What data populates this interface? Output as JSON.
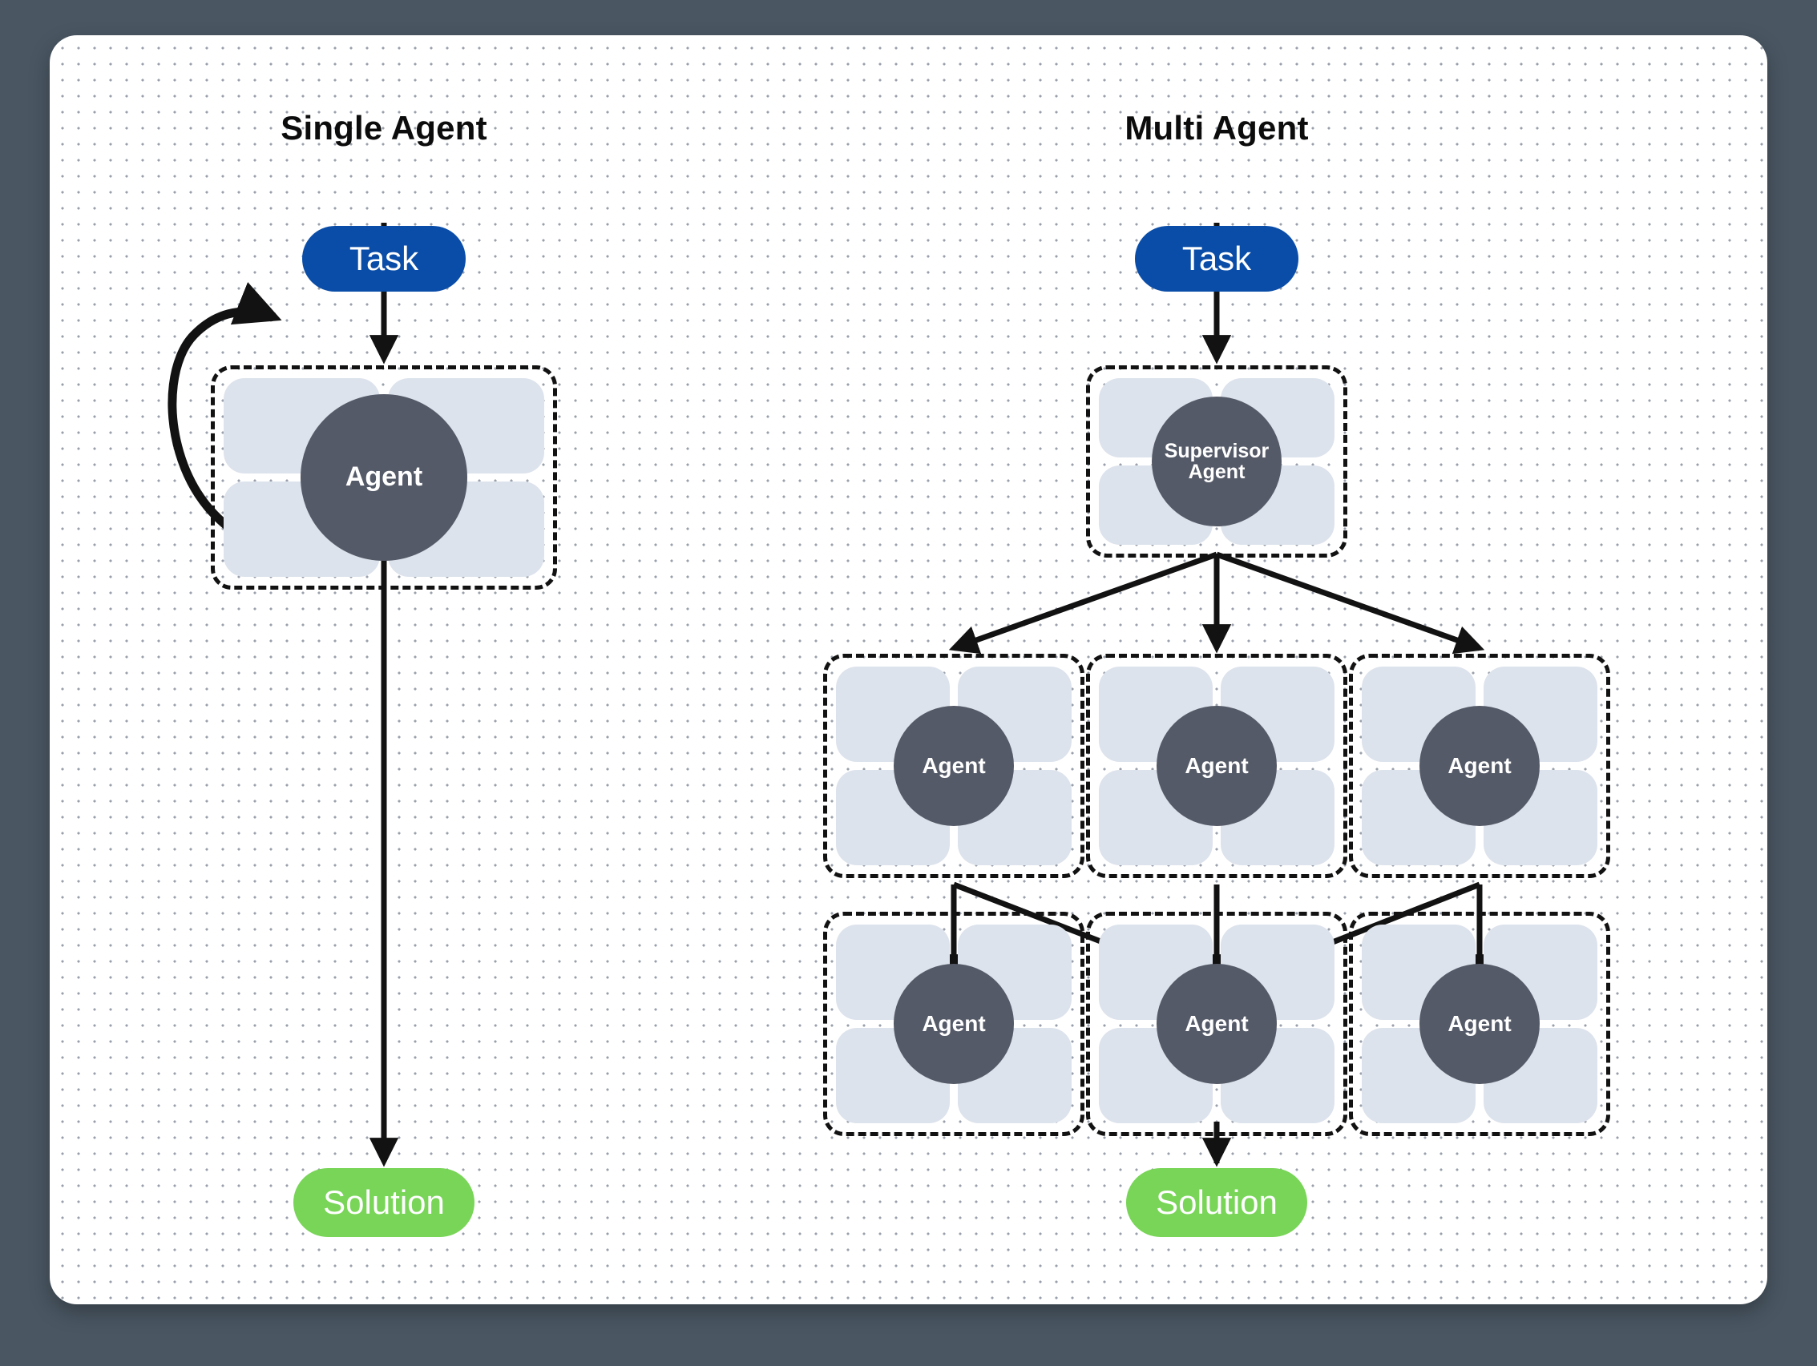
{
  "canvas": {
    "background": "#ffffff",
    "outer_background": "#4a5763",
    "dot_color": "#9aa0ab"
  },
  "colors": {
    "task": "#0a4da8",
    "solution": "#78d557",
    "agent_core": "#555a68",
    "agent_petal": "#dde3ec",
    "stroke": "#121212",
    "title": "#0c0c0c"
  },
  "columns": [
    {
      "id": "single",
      "title": "Single Agent"
    },
    {
      "id": "multi",
      "title": "Multi Agent"
    }
  ],
  "single_agent": {
    "task_label": "Task",
    "agent_label": "Agent",
    "solution_label": "Solution",
    "has_self_loop": true
  },
  "multi_agent": {
    "task_label": "Task",
    "supervisor_label_line1": "Supervisor",
    "supervisor_label_line2": "Agent",
    "row1": [
      {
        "label": "Agent"
      },
      {
        "label": "Agent"
      },
      {
        "label": "Agent"
      }
    ],
    "row2": [
      {
        "label": "Agent"
      },
      {
        "label": "Agent"
      },
      {
        "label": "Agent"
      }
    ],
    "solution_label": "Solution"
  }
}
